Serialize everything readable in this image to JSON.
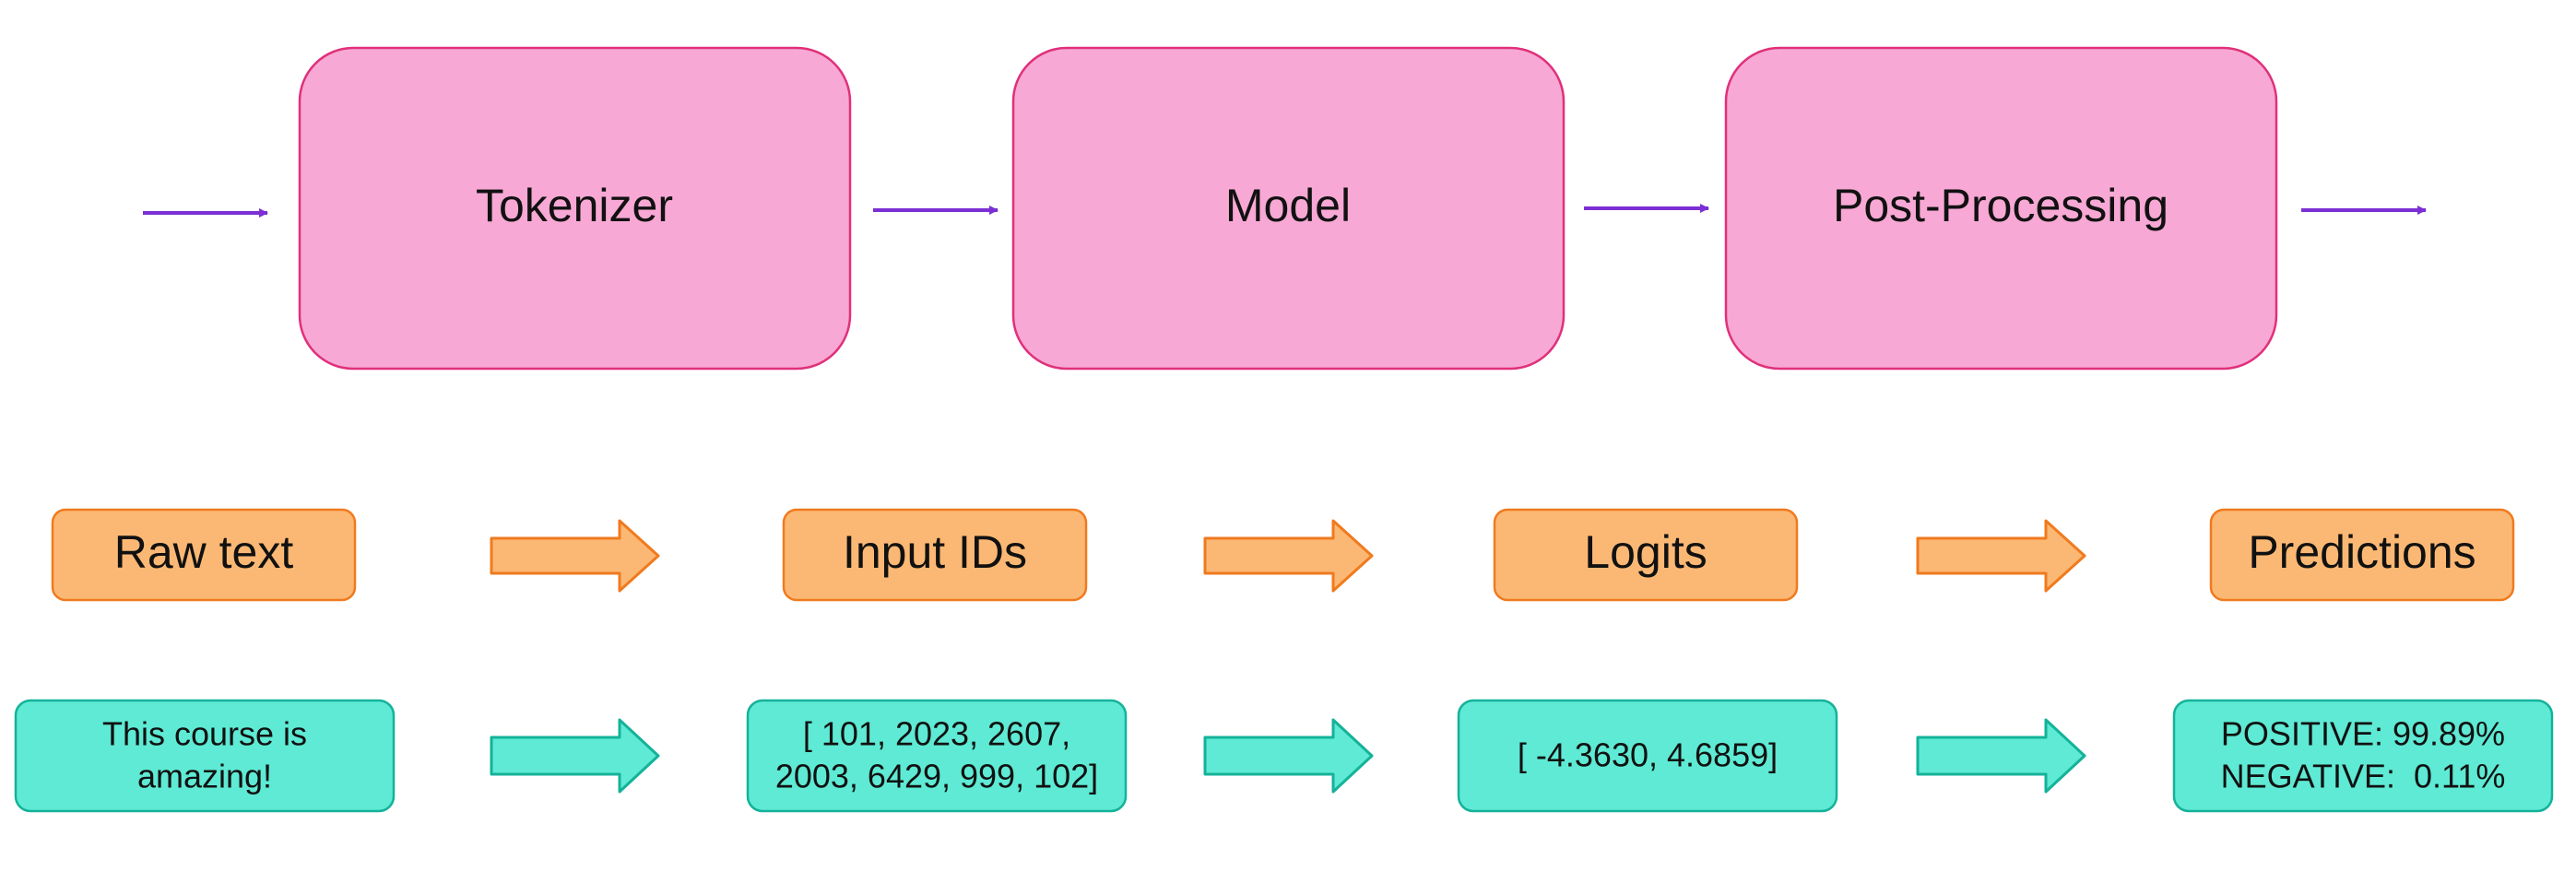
{
  "pipeline": {
    "stages": [
      {
        "label": "Tokenizer"
      },
      {
        "label": "Model"
      },
      {
        "label": "Post-Processing"
      }
    ],
    "stage_fill": "#f7a8d4",
    "stage_stroke": "#e0307a",
    "arrow_color": "#7b2fd4"
  },
  "types": {
    "items": [
      {
        "label": "Raw text"
      },
      {
        "label": "Input IDs"
      },
      {
        "label": "Logits"
      },
      {
        "label": "Predictions"
      }
    ],
    "fill": "#fbb874",
    "stroke": "#f07a1e"
  },
  "examples": {
    "items": [
      {
        "lines": [
          "This course is",
          "amazing!"
        ]
      },
      {
        "lines": [
          "[ 101, 2023, 2607,",
          "2003, 6429, 999, 102]"
        ]
      },
      {
        "lines": [
          "[ -4.3630, 4.6859]"
        ]
      },
      {
        "lines": [
          "POSITIVE: 99.89%",
          "NEGATIVE:  0.11%"
        ]
      }
    ],
    "fill": "#5eead4",
    "stroke": "#14b29a"
  }
}
